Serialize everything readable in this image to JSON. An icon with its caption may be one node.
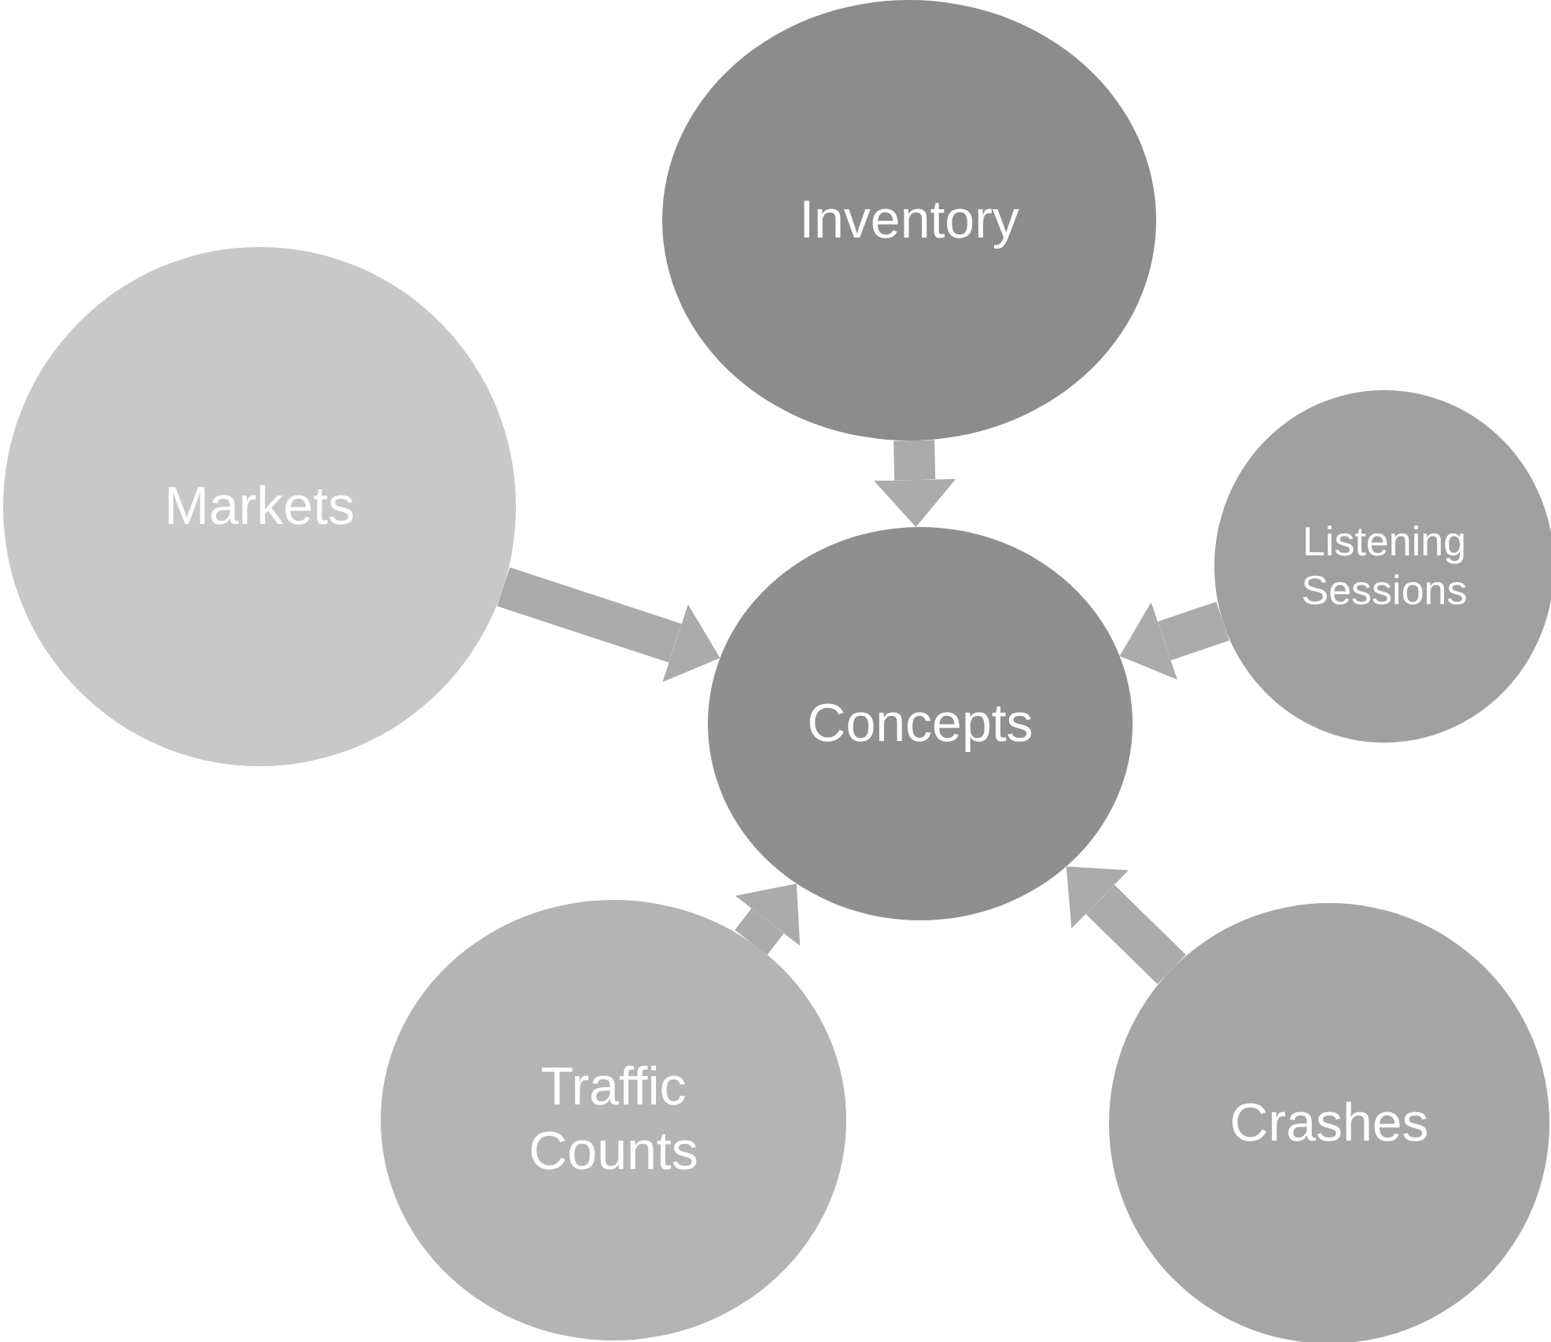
{
  "diagram": {
    "nodes": [
      {
        "text": [
          "Inventory"
        ]
      },
      {
        "text": [
          "Markets"
        ]
      },
      {
        "text": [
          "Listening Sessions"
        ]
      },
      {
        "text": [
          "Concepts"
        ]
      },
      {
        "text": [
          "Traffic Counts"
        ]
      },
      {
        "text": [
          "Crashes"
        ]
      }
    ],
    "edges": [
      {
        "from": 0,
        "to": 3,
        "arrow": "to"
      },
      {
        "from": 1,
        "to": 3,
        "arrow": "to"
      },
      {
        "from": 2,
        "to": 3,
        "arrow": "to"
      },
      {
        "from": 4,
        "to": 3,
        "arrow": "to"
      },
      {
        "from": 5,
        "to": 3,
        "arrow": "to"
      }
    ]
  }
}
